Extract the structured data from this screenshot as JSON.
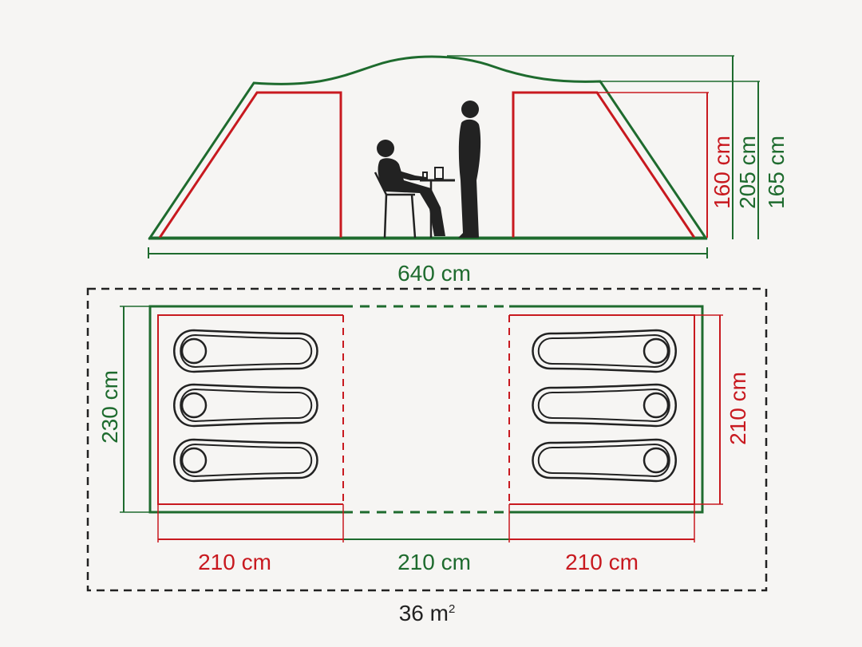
{
  "colors": {
    "green": "#1e6b2e",
    "red": "#c8191f",
    "black": "#222222",
    "background": "#f6f5f3"
  },
  "side_view": {
    "length_label": "640 cm",
    "inner_height_label": "160 cm",
    "peak_height_label": "205 cm",
    "side_height_label": "165 cm"
  },
  "floor_plan": {
    "width_label": "230 cm",
    "bedroom_depth_label": "210 cm",
    "left_bedroom_label": "210 cm",
    "living_area_label": "210 cm",
    "right_bedroom_label": "210 cm",
    "area_label": "36 m",
    "area_unit_sup": "2",
    "sleeping_bags_per_bedroom": 3
  }
}
